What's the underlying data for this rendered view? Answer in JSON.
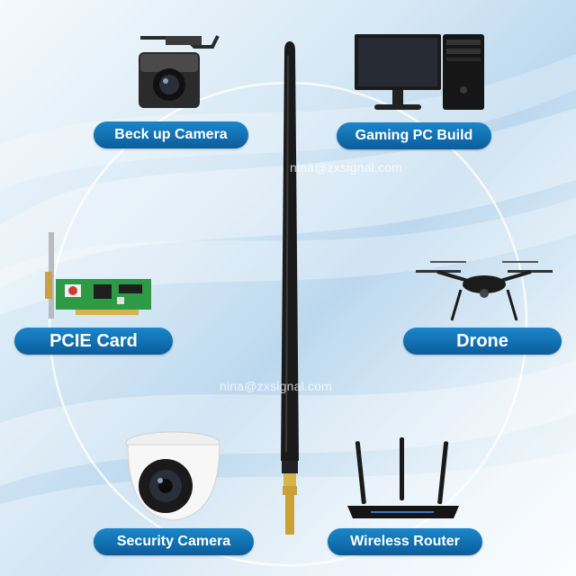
{
  "labels": {
    "backup_camera": "Beck up Camera",
    "gaming_pc": "Gaming PC Build",
    "pcie_card": "PCIE Card",
    "drone": "Drone",
    "security_camera": "Security Camera",
    "wireless_router": "Wireless Router"
  },
  "watermarks": [
    "nina@zxsignal.com",
    "nina@zxsignal.com"
  ],
  "colors": {
    "label_top": "#1b86c9",
    "label_bottom": "#0b5d9c",
    "label_text": "#ffffff",
    "antenna": "#1a1a1a",
    "connector": "#c9a13b"
  },
  "icons": [
    "backup-camera-icon",
    "desktop-pc-icon",
    "pcie-card-icon",
    "drone-icon",
    "security-camera-icon",
    "wireless-router-icon",
    "antenna-icon"
  ]
}
